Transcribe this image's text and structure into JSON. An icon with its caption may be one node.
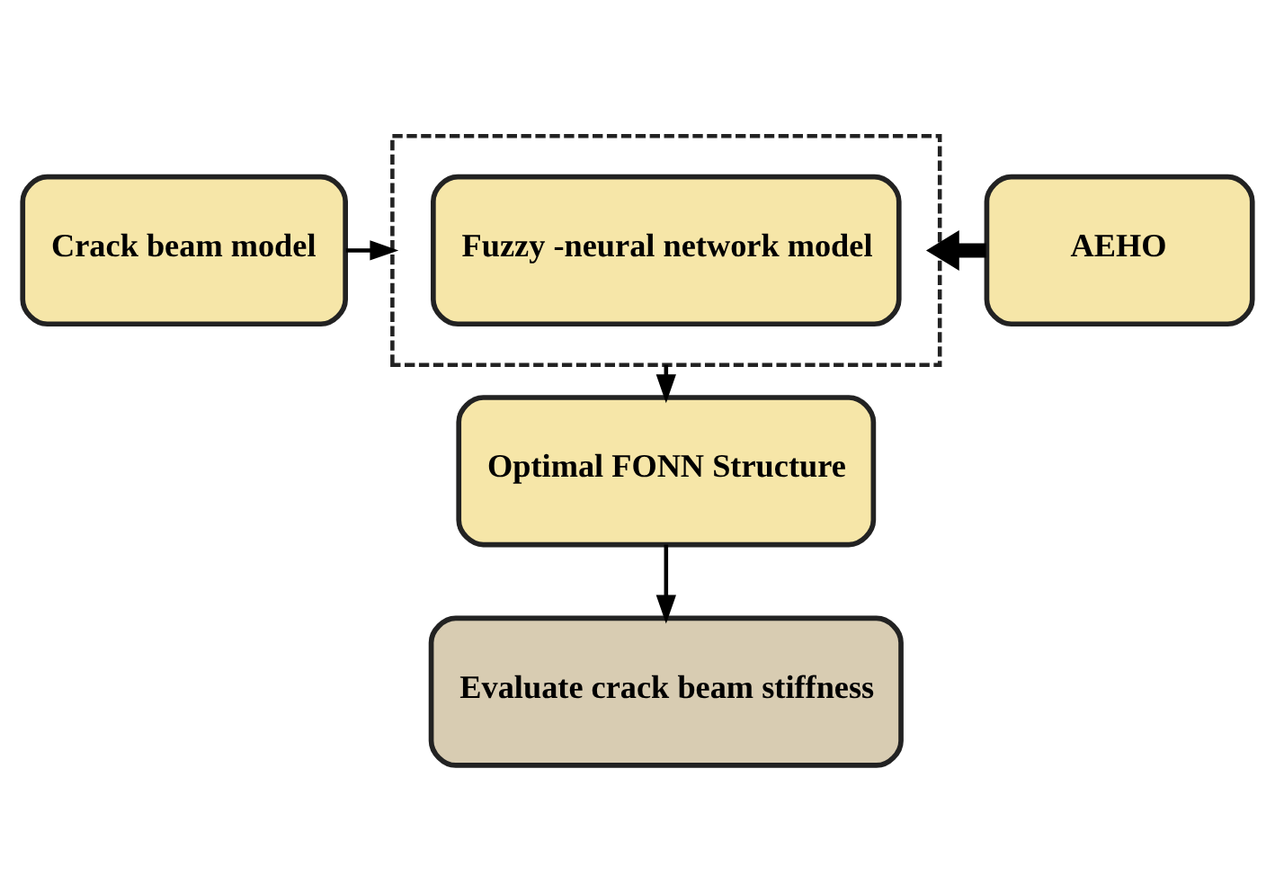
{
  "diagram": {
    "nodes": [
      {
        "text": [
          "Crack beam model"
        ]
      },
      {
        "text": [],
        "shape": "box"
      },
      {
        "text": [
          "Fuzzy -neural network model"
        ],
        "in": 1
      },
      {
        "text": [
          "AEHO"
        ]
      },
      {
        "text": [
          "Optimal FONN Structure"
        ]
      },
      {
        "text": [
          "Evaluate crack beam stiffness"
        ]
      }
    ],
    "edges": [
      {
        "from": 0,
        "to": 1,
        "arrow": "to"
      },
      {
        "from": 3,
        "to": 1,
        "arrow": "to",
        "style": "thick"
      },
      {
        "from": 1,
        "to": 4,
        "arrow": "to"
      },
      {
        "from": 4,
        "to": 5,
        "arrow": "to"
      }
    ]
  }
}
